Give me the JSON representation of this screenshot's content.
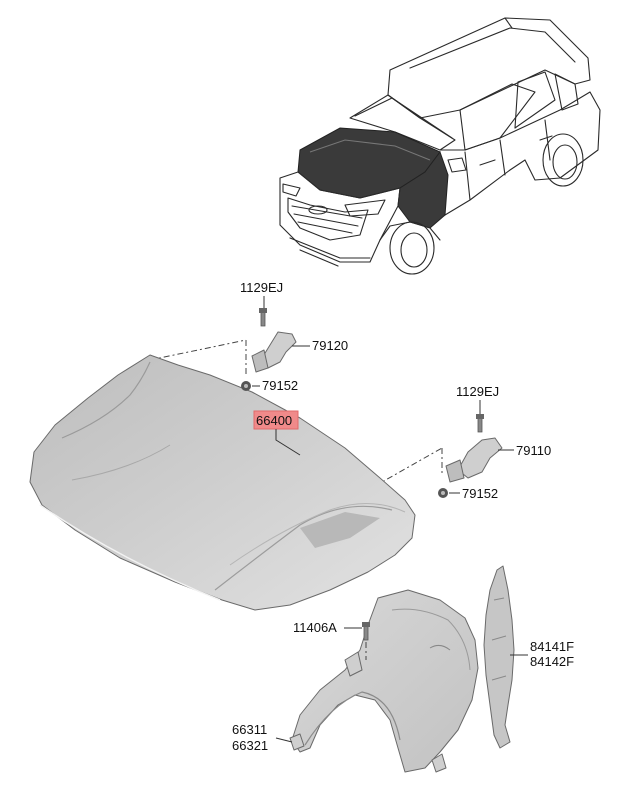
{
  "parts": {
    "bolt_upper": "1129EJ",
    "hinge_left": "79120",
    "bolt_hinge_left": "79152",
    "hood": "66400",
    "bolt_right": "1129EJ",
    "hinge_right": "79110",
    "bolt_hinge_right": "79152",
    "fender_bolt": "11406A",
    "fender_left": "66311",
    "fender_right": "66321",
    "cover_left": "84141F",
    "cover_right": "84142F"
  },
  "colors": {
    "highlight": "#f08a8a",
    "part_fill": "#c9c9c9",
    "car_line": "#2a2a2a"
  }
}
